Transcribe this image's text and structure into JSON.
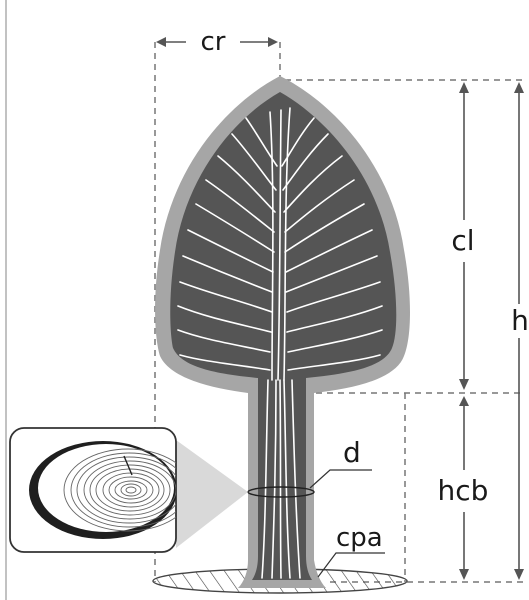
{
  "labels": {
    "crown_radius": "cr",
    "crown_length": "cl",
    "height": "h",
    "height_crown_base": "hcb",
    "diameter": "d",
    "crown_projection_area": "cpa"
  },
  "colors": {
    "crown_dark": "#555555",
    "crown_rim": "#a6a6a6",
    "inset_fill": "#d9d9d9",
    "dashed_lines": "#777777",
    "text": "#1a1a1a"
  }
}
